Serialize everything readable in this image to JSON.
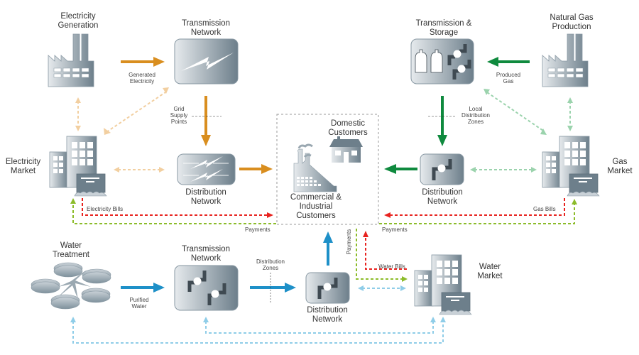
{
  "colors": {
    "electricity": "#d98e1f",
    "electricity_light": "#f2cfa0",
    "gas": "#0f8a3e",
    "gas_light": "#9bd3ad",
    "water": "#1e90c8",
    "water_light": "#8fcde8",
    "bills": "#e8231f",
    "payments": "#8cbc2a",
    "icon_dark": "#6e808c",
    "icon_light": "#e4e8eb",
    "boundary": "#999999"
  },
  "nodes": {
    "electricity_generation": "Electricity\nGeneration",
    "electricity_transmission": "Transmission\nNetwork",
    "electricity_distribution": "Distribution\nNetwork",
    "electricity_market": "Electricity\nMarket",
    "gas_production": "Natural Gas\nProduction",
    "gas_transmission": "Transmission &\nStorage",
    "gas_distribution": "Distribution\nNetwork",
    "gas_market": "Gas\nMarket",
    "water_treatment": "Water\nTreatment",
    "water_transmission": "Transmission\nNetwork",
    "water_distribution": "Distribution\nNetwork",
    "water_market": "Water\nMarket",
    "domestic_customers": "Domestic\nCustomers",
    "commercial_customers": "Commercial &\nIndustrial\nCustomers"
  },
  "flows": {
    "generated_electricity": "Generated\nElectricity",
    "grid_supply_points": "Grid\nSupply\nPoints",
    "produced_gas": "Produced\nGas",
    "local_distribution_zones": "Local\nDistribution\nZones",
    "purified_water": "Purified\nWater",
    "distribution_zones": "Distribution\nZones",
    "electricity_bills": "Electricity Bills",
    "gas_bills": "Gas Bills",
    "water_bills": "Water Bills",
    "payments_electricity": "Payments",
    "payments_gas": "Payments",
    "payments_water": "Payments"
  }
}
